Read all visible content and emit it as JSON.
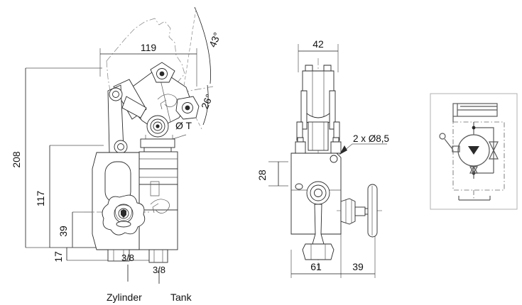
{
  "drawing": {
    "title": "Hydraulic hand pump technical drawing",
    "background_color": "#ffffff",
    "line_color": "#2a2a2a",
    "dimension_color": "#111111"
  },
  "front_view": {
    "name": "front-view",
    "dimensions": {
      "width_119": "119",
      "height_208": "208",
      "height_117": "117",
      "height_39": "39",
      "height_17": "17",
      "angle_43": "43°",
      "angle_26": "26°",
      "diameter_t": "Ø T"
    },
    "ports": {
      "cylinder_thread": "3/8",
      "tank_thread": "3/8",
      "cylinder_label": "Zylinder",
      "tank_label": "Tank"
    }
  },
  "side_view": {
    "name": "side-view",
    "dimensions": {
      "width_42": "42",
      "height_28": "28",
      "width_61": "61",
      "width_39": "39"
    },
    "callouts": {
      "mounting_holes": "2 x Ø8,5"
    }
  },
  "schematic": {
    "name": "hydraulic-schematic",
    "components": [
      "cylinder",
      "check-valve-upper",
      "hand-pump",
      "check-valve-lower",
      "relief-valve",
      "lever"
    ]
  }
}
